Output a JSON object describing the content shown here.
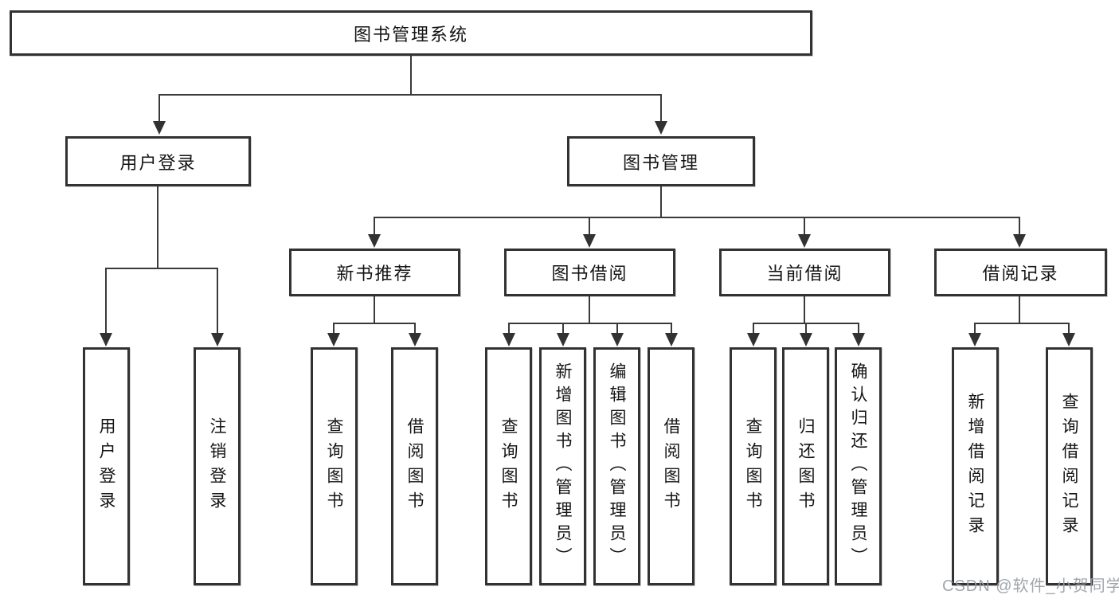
{
  "diagram_title": "图书管理系统",
  "tree": {
    "root": "图书管理系统",
    "l2": [
      {
        "label": "用户登录"
      },
      {
        "label": "图书管理"
      }
    ],
    "l3": [
      {
        "label": "新书推荐"
      },
      {
        "label": "图书借阅"
      },
      {
        "label": "当前借阅"
      },
      {
        "label": "借阅记录"
      }
    ],
    "leaves": {
      "login": [
        "用户登录",
        "注销登录"
      ],
      "recommend": [
        "查询图书",
        "借阅图书"
      ],
      "borrow": [
        "查询图书",
        "新增图书（管理员）",
        "编辑图书（管理员）",
        "借阅图书"
      ],
      "current": [
        "查询图书",
        "归还图书",
        "确认归还（管理员）"
      ],
      "records": [
        "新增借阅记录",
        "查询借阅记录"
      ]
    }
  },
  "watermark": {
    "text": "CSDN @软件_小贺同学"
  },
  "colors": {
    "line": "#3a3a3a",
    "border": "#323232",
    "text": "#141414",
    "watermark": "#989ea4",
    "background": "#ffffff"
  }
}
